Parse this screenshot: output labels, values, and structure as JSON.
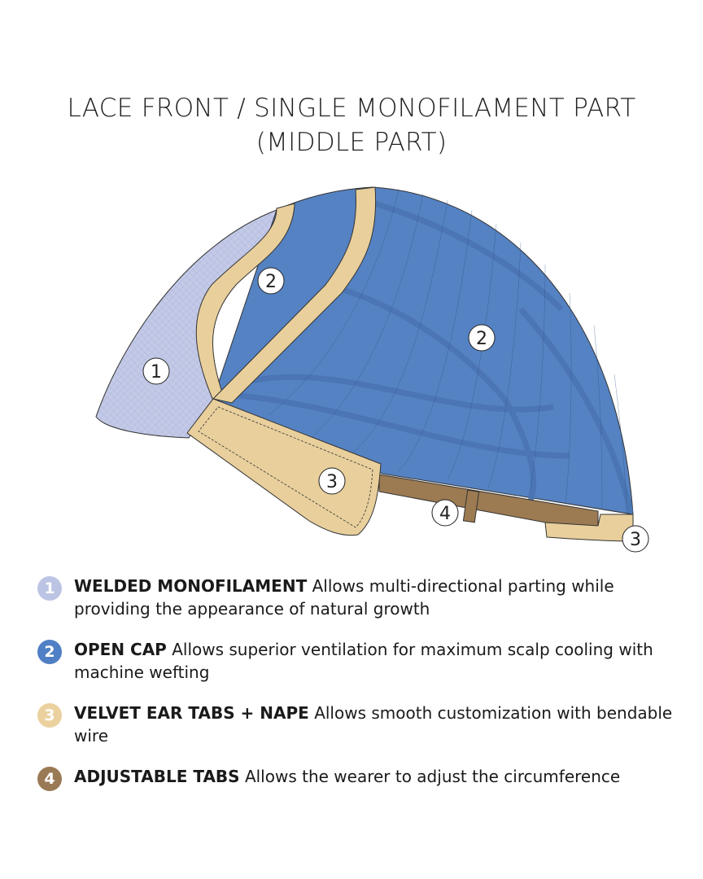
{
  "title": {
    "line1": "LACE FRONT / SINGLE MONOFILAMENT PART",
    "line2": "(MIDDLE PART)"
  },
  "diagram_labels": {
    "lace": "1",
    "open_cap_front": "2",
    "open_cap_back": "2",
    "ear_tab": "3",
    "adjustable_tab": "4",
    "nape": "3"
  },
  "colors": {
    "lace": "#c3c9e6",
    "cap": "#5582c2",
    "tab": "#e8cf9c",
    "strap": "#9c7a52"
  },
  "legend": [
    {
      "num": "1",
      "color": "#bcc4e4",
      "title": "WELDED MONOFILAMENT",
      "desc": "Allows multi-directional parting while providing the appearance of natural growth"
    },
    {
      "num": "2",
      "color": "#4f7fc4",
      "title": "OPEN CAP",
      "desc": "Allows superior ventilation for maximum scalp cooling with machine wefting"
    },
    {
      "num": "3",
      "color": "#ebd19f",
      "title": "VELVET EAR TABS + NAPE",
      "desc": "Allows smooth customization with bendable wire"
    },
    {
      "num": "4",
      "color": "#9a7a55",
      "title": "ADJUSTABLE TABS",
      "desc": "Allows the wearer to adjust the circumference"
    }
  ]
}
